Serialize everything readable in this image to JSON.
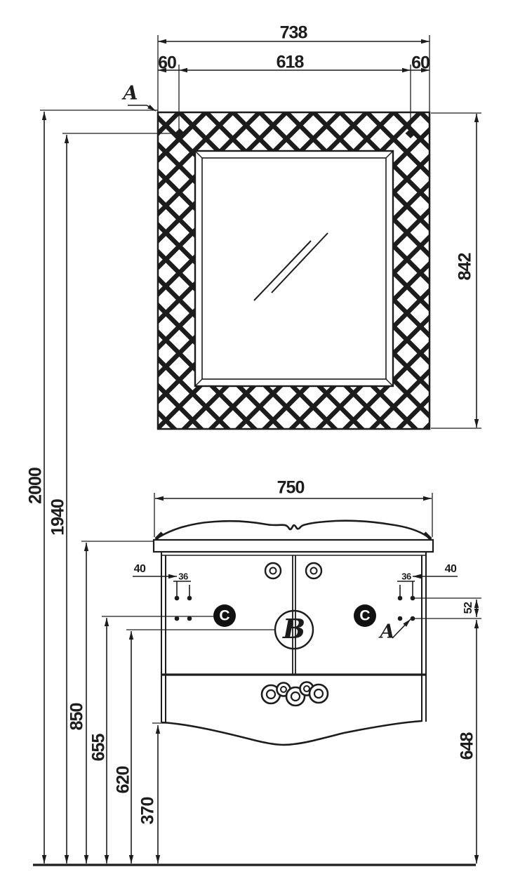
{
  "colors": {
    "ink": "#1c1c1c",
    "paper": "#ffffff"
  },
  "mirror_view": {
    "callout_a": "A",
    "dims": {
      "total_width": "738",
      "left_offset": "60",
      "hanger_spacing": "618",
      "right_offset": "60",
      "height": "842"
    }
  },
  "elevation_dims": {
    "total_height": "2000",
    "hanger_height": "1940",
    "counter_height": "850",
    "left_knob_height": "655",
    "center_knob_height": "620",
    "bottom_clearance": "370"
  },
  "cabinet_view": {
    "dims": {
      "width": "750",
      "left_hinge_inset": "40",
      "left_hinge_spacing": "36",
      "right_hinge_spacing": "36",
      "right_hinge_inset": "40",
      "hinge_drop": "52",
      "side_height": "648"
    },
    "callouts": {
      "b": "B",
      "c_left": "C",
      "c_right": "C",
      "a": "A"
    }
  }
}
